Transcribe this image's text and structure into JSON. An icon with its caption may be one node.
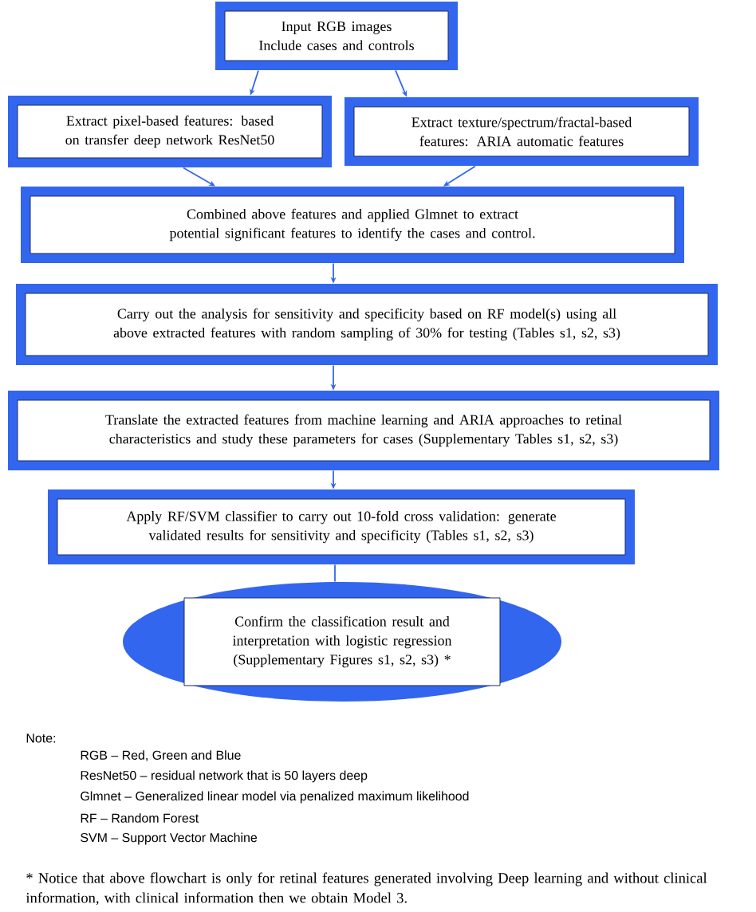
{
  "diagram": {
    "nodes": [
      {
        "text": [
          "Input RGB images",
          "Include cases and controls"
        ]
      },
      {
        "text": [
          "Extract pixel-based features: based on transfer deep network ResNet50"
        ]
      },
      {
        "text": [
          "Extract texture/spectrum/fractal-based features: ARIA automatic features"
        ]
      },
      {
        "text": [
          "Combined above features and applied Glmnet to extract potential significant features to identify the cases and control."
        ]
      },
      {
        "text": [
          "Carry out the analysis for sensitivity and specificity based on RF model(s) using all above extracted features with random sampling of 30% for testing (Tables s1, s2, s3)"
        ]
      },
      {
        "text": [
          "Translate the extracted features from machine learning and ARIA approaches to retinal characteristics and study these parameters for cases (Supplementary Tables s1, s2, s3)"
        ]
      },
      {
        "text": [
          "Apply RF/SVM classifier to carry out 10-fold cross validation: generate validated results for sensitivity and specificity (Tables s1, s2, s3)"
        ]
      },
      {
        "text": [
          "Confirm the classification result and interpretation with logistic regression (Supplementary Figures s1, s2, s3) *"
        ]
      }
    ],
    "edges": [
      {
        "from": 0,
        "to": 1,
        "arrow": "to"
      },
      {
        "from": 0,
        "to": 2,
        "arrow": "to"
      },
      {
        "from": 1,
        "to": 3,
        "arrow": "to"
      },
      {
        "from": 2,
        "to": 3,
        "arrow": "to"
      },
      {
        "from": 3,
        "to": 4,
        "arrow": "to"
      },
      {
        "from": 4,
        "to": 5,
        "arrow": "to"
      },
      {
        "from": 5,
        "to": 6,
        "arrow": "to"
      },
      {
        "from": 6,
        "to": 7,
        "arrow": "none"
      }
    ],
    "labels": [
      "Note:",
      "RGB – Red, Green and Blue",
      "ResNet50 – residual network that is 50 layers deep",
      "Glmnet – Generalized linear model via penalized maximum likelihood",
      "RF – Random Forest",
      "SVM – Support Vector Machine",
      "* Notice that above flowchart is only for retinal features generated involving Deep learning and without clinical information, with clinical information then we obtain Model 3."
    ]
  }
}
